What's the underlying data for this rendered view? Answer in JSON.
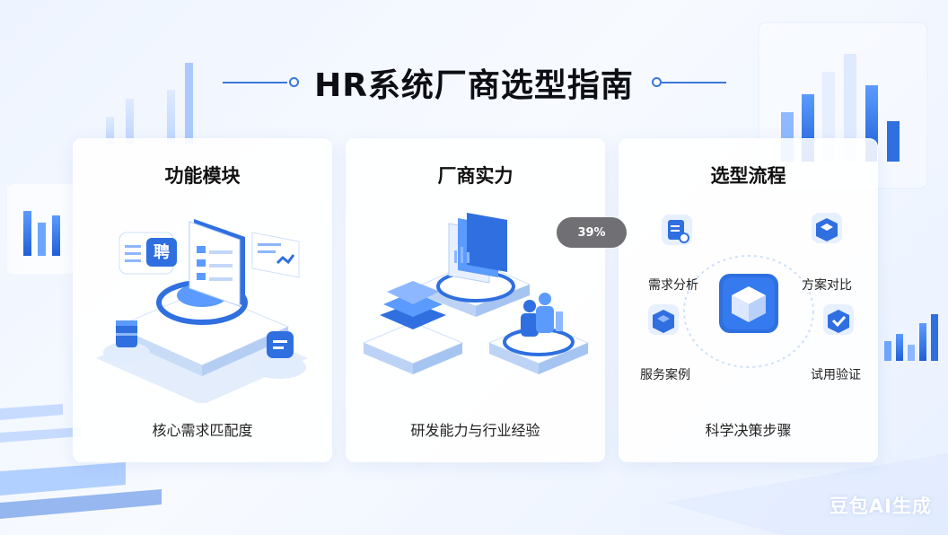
{
  "header": {
    "title": "HR系统厂商选型指南"
  },
  "cards": [
    {
      "title": "功能模块",
      "subtitle": "核心需求匹配度",
      "icon_text": "聘"
    },
    {
      "title": "厂商实力",
      "subtitle": "研发能力与行业经验"
    },
    {
      "title": "选型流程",
      "subtitle": "科学决策步骤",
      "steps": [
        "需求分析",
        "方案对比",
        "服务案例",
        "试用验证"
      ]
    }
  ],
  "badge": {
    "label": "39%"
  },
  "watermark": {
    "label": "豆包AI生成"
  },
  "colors": {
    "accent": "#2f6fe0",
    "title_line": "#3a78d8",
    "badge_bg": "#6f6f74"
  }
}
